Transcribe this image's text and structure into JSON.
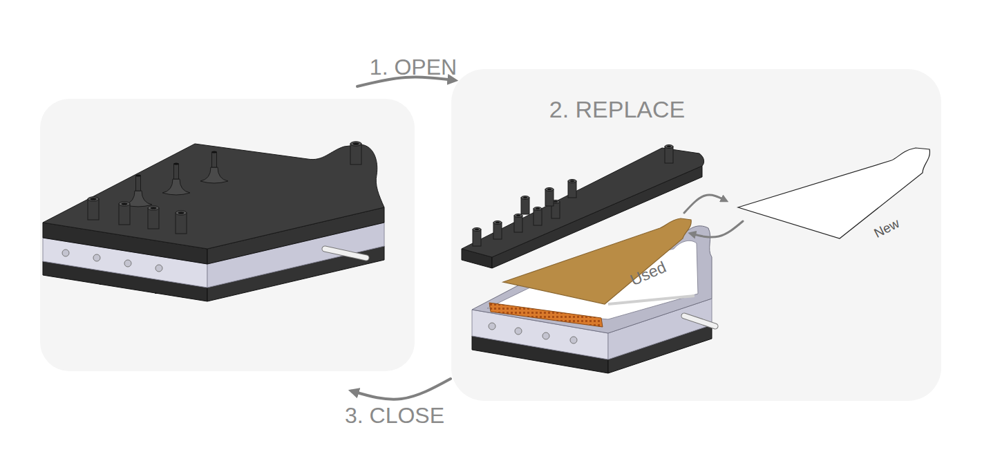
{
  "diagram": {
    "nodes": [
      {
        "text": []
      },
      {
        "text": [
          "2. REPLACE"
        ]
      },
      {
        "text": [
          "Used"
        ],
        "in": 1
      },
      {
        "text": [
          "New"
        ],
        "in": 1
      }
    ],
    "edges": [
      {
        "from": 0,
        "to": 1,
        "arrow": "to",
        "label": "1. OPEN"
      },
      {
        "from": 1,
        "to": 0,
        "arrow": "to",
        "label": "3. CLOSE"
      },
      {
        "from": 2,
        "to": 3,
        "arrow": "to"
      },
      {
        "from": 3,
        "to": 2,
        "arrow": "to"
      }
    ]
  }
}
